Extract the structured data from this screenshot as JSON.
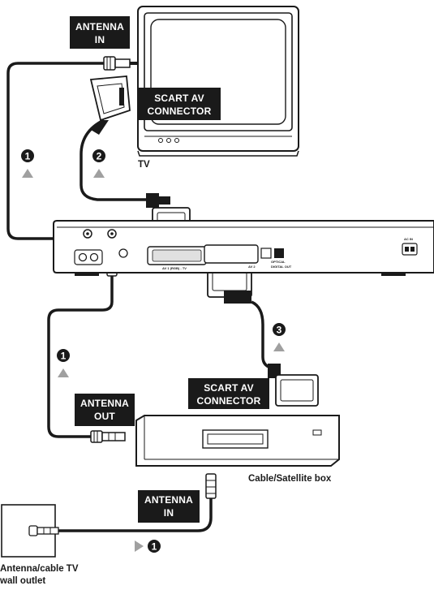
{
  "labels": {
    "antenna_in_tv": [
      "ANTENNA",
      "IN"
    ],
    "scart_tv": [
      "SCART AV",
      "CONNECTOR"
    ],
    "scart_box": [
      "SCART AV",
      "CONNECTOR"
    ],
    "antenna_out": [
      "ANTENNA",
      "OUT"
    ],
    "antenna_in_box": [
      "ANTENNA",
      "IN"
    ]
  },
  "captions": {
    "tv": "TV",
    "cable_box": "Cable/Satellite box",
    "wall_outlet": [
      "Antenna/cable TV",
      "wall outlet"
    ]
  },
  "steps": {
    "antenna_tv": "1",
    "scart_tv": "2",
    "scart_box": "3",
    "antenna_out": "1",
    "wall": "1"
  },
  "recorder_labels": {
    "ac_in": "AC IN",
    "av1": "AV 1 (RGB) - TV",
    "av2": "AV 2",
    "optical": "OPTICAL",
    "digital_out": "DIGITAL OUT"
  }
}
